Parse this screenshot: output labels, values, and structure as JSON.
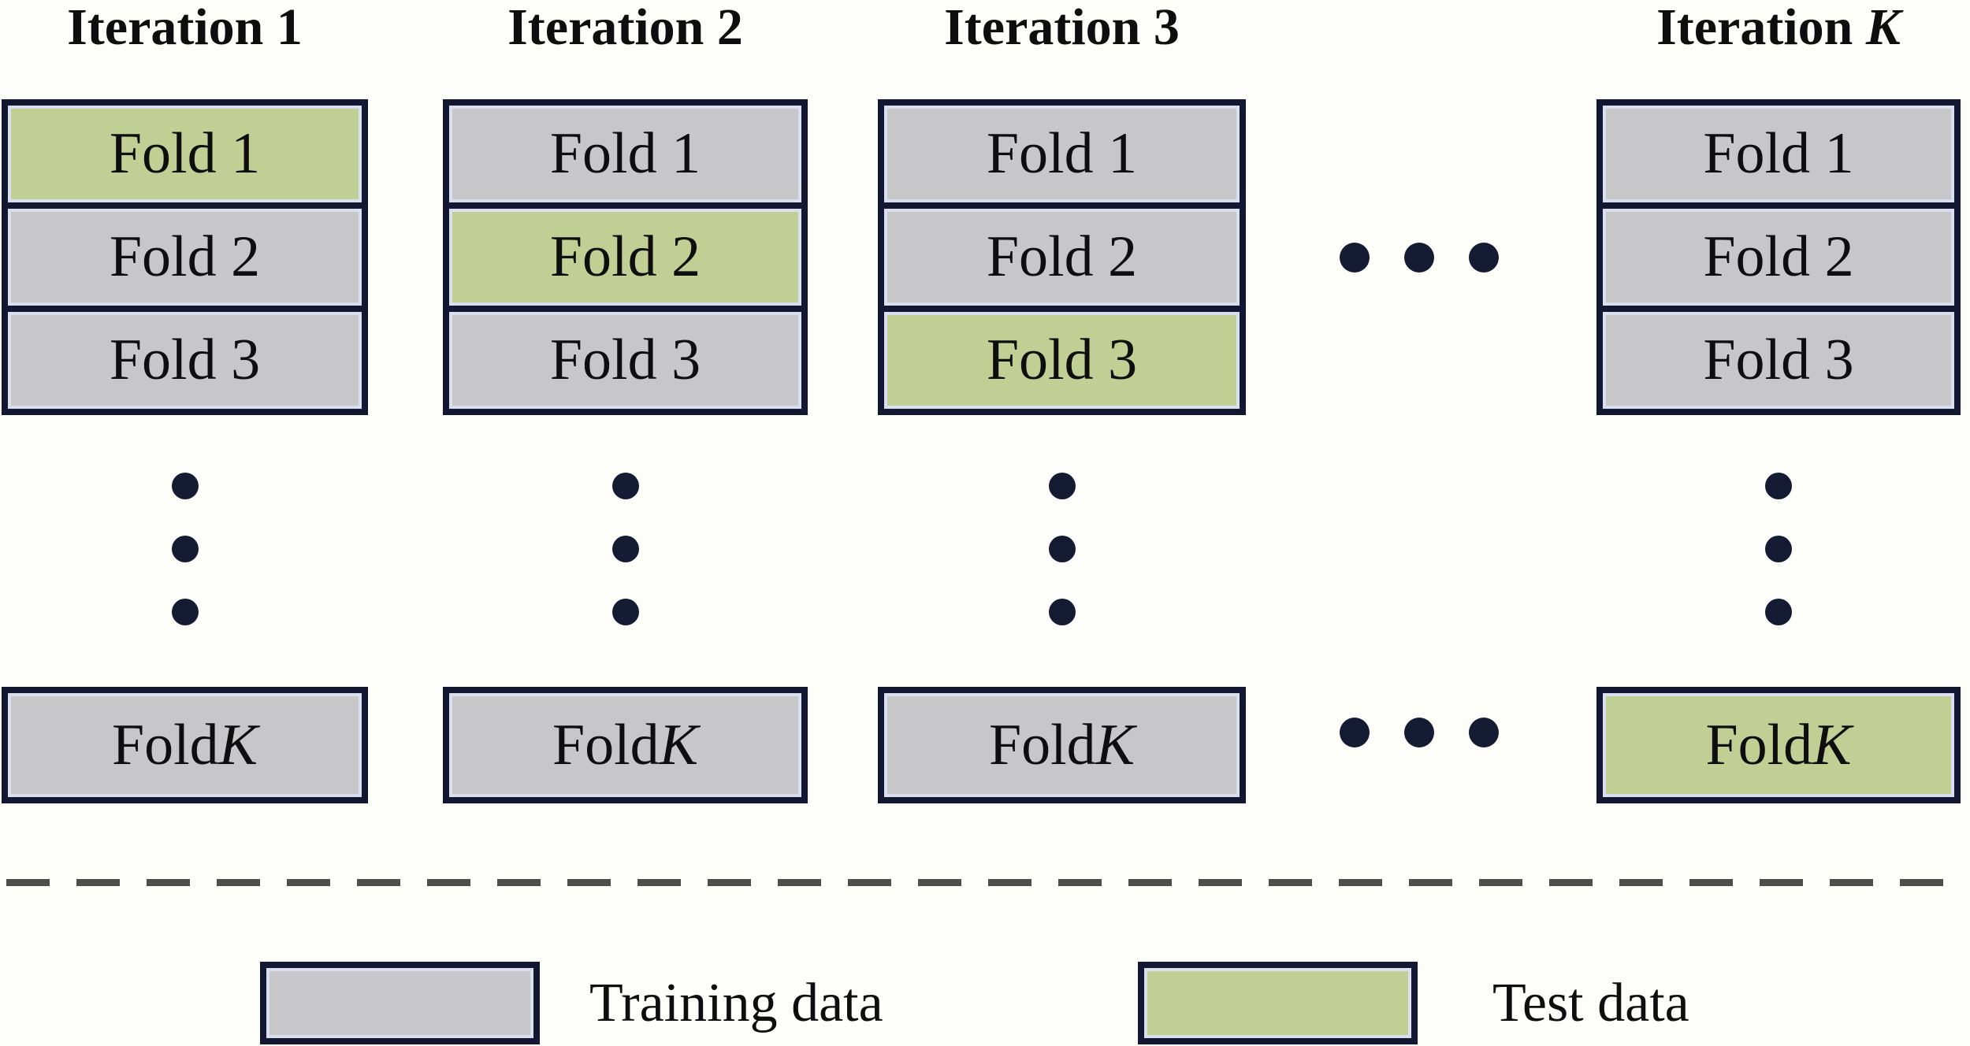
{
  "colors": {
    "background": "#fdfdfa",
    "ink": "#0e0e0e",
    "border": "#131731",
    "dot": "#161b34",
    "dash": "#4e4e4e",
    "training": "#c7c7ca",
    "test": "#c1ce94",
    "cell_inner_edge": "#d9dfef"
  },
  "legend": {
    "training_label": "Training data",
    "test_label": "Test data"
  },
  "columns": [
    {
      "title": {
        "text": "Iteration 1",
        "italic": ""
      },
      "folds": [
        {
          "text": "Fold 1",
          "italic": "",
          "role": "test"
        },
        {
          "text": "Fold 2",
          "italic": "",
          "role": "training"
        },
        {
          "text": "Fold 3",
          "italic": "",
          "role": "training"
        }
      ],
      "last_fold": {
        "text": "Fold ",
        "italic": "K",
        "role": "training"
      }
    },
    {
      "title": {
        "text": "Iteration 2",
        "italic": ""
      },
      "folds": [
        {
          "text": "Fold 1",
          "italic": "",
          "role": "training"
        },
        {
          "text": "Fold 2",
          "italic": "",
          "role": "test"
        },
        {
          "text": "Fold 3",
          "italic": "",
          "role": "training"
        }
      ],
      "last_fold": {
        "text": "Fold ",
        "italic": "K",
        "role": "training"
      }
    },
    {
      "title": {
        "text": "Iteration 3",
        "italic": ""
      },
      "folds": [
        {
          "text": "Fold 1",
          "italic": "",
          "role": "training"
        },
        {
          "text": "Fold 2",
          "italic": "",
          "role": "training"
        },
        {
          "text": "Fold 3",
          "italic": "",
          "role": "test"
        }
      ],
      "last_fold": {
        "text": "Fold ",
        "italic": "K",
        "role": "training"
      }
    },
    {
      "title": {
        "text": "Iteration ",
        "italic": "K"
      },
      "folds": [
        {
          "text": "Fold 1",
          "italic": "",
          "role": "training"
        },
        {
          "text": "Fold 2",
          "italic": "",
          "role": "training"
        },
        {
          "text": "Fold 3",
          "italic": "",
          "role": "training"
        }
      ],
      "last_fold": {
        "text": "Fold ",
        "italic": "K",
        "role": "test"
      }
    }
  ]
}
